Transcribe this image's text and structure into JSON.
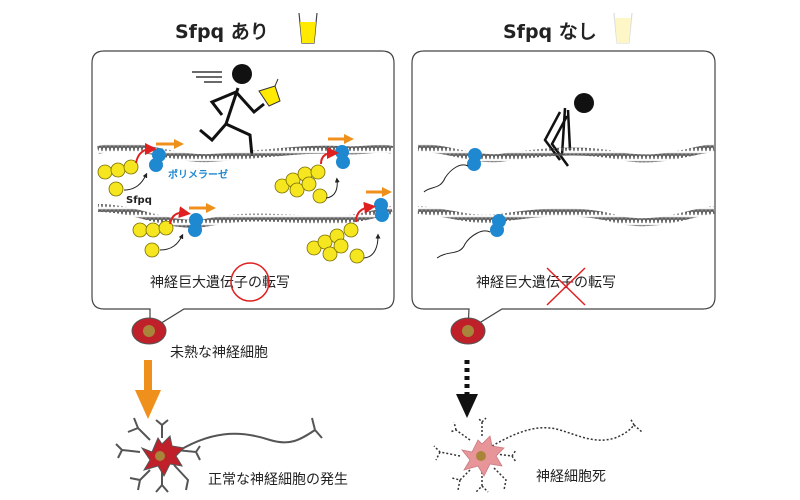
{
  "left_panel": {
    "title": "Sfpq あり",
    "polymerase_label": "ポリメラーゼ",
    "sfpq_label": "Sfpq",
    "transcription_label": "神経巨大遺伝子の転写",
    "immature_label": "未熟な神経細胞",
    "outcome_label": "正常な神経細胞の発生"
  },
  "right_panel": {
    "title": "Sfpq なし",
    "transcription_label": "神経巨大遺伝子の転写",
    "outcome_label": "神経細胞死"
  },
  "colors": {
    "sfpq_yellow": "#f5e620",
    "polymerase_blue": "#1e88d0",
    "arrow_orange": "#f0901c",
    "red_highlight": "#e02020",
    "cell_red": "#c0202a",
    "dying_cell_pink": "#e8959a",
    "nucleus_brown": "#a8853a",
    "dna_gray": "#555555"
  }
}
